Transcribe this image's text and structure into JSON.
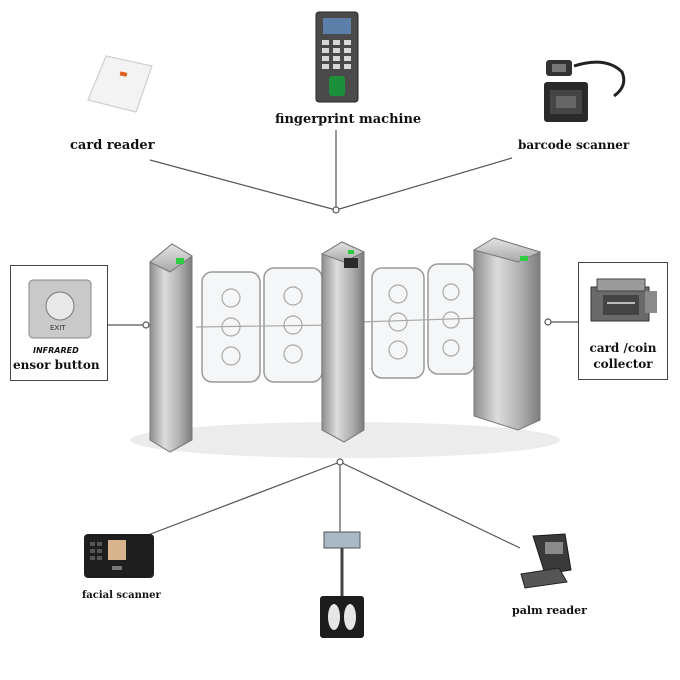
{
  "labels": {
    "card_reader": "card reader",
    "fingerprint_machine": "fingerprint machine",
    "barcode_scanner": "barcode scanner",
    "infrared_tag": "INFRARED",
    "sensor_button": "ensor button",
    "exit_text": "EXIT",
    "card_coin_collector_line1": "card /coin",
    "card_coin_collector_line2": "collector",
    "facial_scanner": "facial scanner",
    "palm_reader": "palm reader"
  },
  "colors": {
    "line": "#555555",
    "steel": "#b9b9b9",
    "device_dark": "#2a2a2a",
    "indicator_green": "#2ecc40"
  }
}
